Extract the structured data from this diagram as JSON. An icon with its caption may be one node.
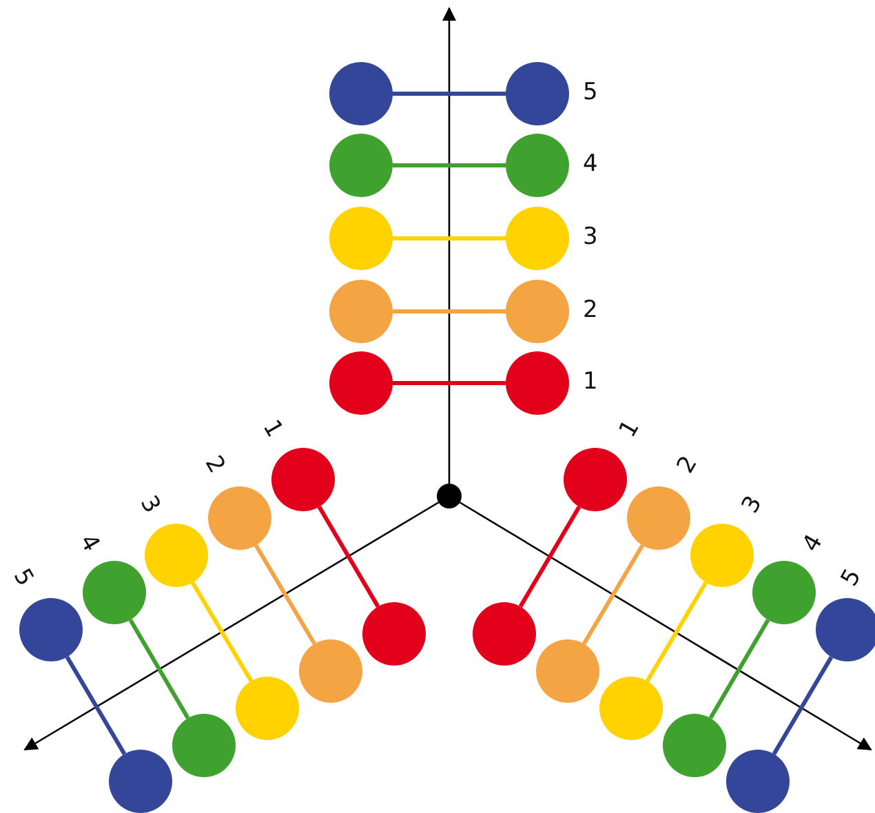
{
  "diagram": {
    "nodes": [
      {
        "text": [],
        "shape": "circle"
      },
      {
        "text": [],
        "shape": "circle"
      },
      {
        "text": [],
        "shape": "circle"
      },
      {
        "text": [],
        "shape": "circle"
      },
      {
        "text": [],
        "shape": "circle"
      },
      {
        "text": [],
        "shape": "circle"
      },
      {
        "text": [],
        "shape": "circle"
      },
      {
        "text": [],
        "shape": "circle"
      },
      {
        "text": [],
        "shape": "circle"
      },
      {
        "text": [],
        "shape": "circle"
      },
      {
        "text": [],
        "shape": "circle"
      },
      {
        "text": [],
        "shape": "circle"
      },
      {
        "text": [],
        "shape": "circle"
      },
      {
        "text": [],
        "shape": "circle"
      },
      {
        "text": [],
        "shape": "circle"
      },
      {
        "text": [],
        "shape": "circle"
      },
      {
        "text": [],
        "shape": "circle"
      },
      {
        "text": [],
        "shape": "circle"
      },
      {
        "text": [],
        "shape": "circle"
      },
      {
        "text": [],
        "shape": "circle"
      },
      {
        "text": [],
        "shape": "circle"
      },
      {
        "text": [],
        "shape": "circle"
      },
      {
        "text": [],
        "shape": "circle"
      },
      {
        "text": [],
        "shape": "circle"
      },
      {
        "text": [],
        "shape": "circle"
      },
      {
        "text": [],
        "shape": "circle"
      },
      {
        "text": [],
        "shape": "circle"
      },
      {
        "text": [],
        "shape": "circle"
      },
      {
        "text": [],
        "shape": "circle"
      },
      {
        "text": [],
        "shape": "circle"
      },
      {
        "text": [],
        "shape": "circle"
      }
    ],
    "edges": [
      {
        "from": 0,
        "to": 1,
        "arrow": "none",
        "color": "#34469a"
      },
      {
        "from": 2,
        "to": 3,
        "arrow": "none",
        "color": "#40a22e"
      },
      {
        "from": 4,
        "to": 5,
        "arrow": "none",
        "color": "#ffd200"
      },
      {
        "from": 6,
        "to": 7,
        "arrow": "none",
        "color": "#f5a444"
      },
      {
        "from": 8,
        "to": 9,
        "arrow": "none",
        "color": "#e2001a"
      },
      {
        "from": 11,
        "to": 12,
        "arrow": "none",
        "color": "#e2001a"
      },
      {
        "from": 13,
        "to": 14,
        "arrow": "none",
        "color": "#f5a444"
      },
      {
        "from": 15,
        "to": 16,
        "arrow": "none",
        "color": "#ffd200"
      },
      {
        "from": 17,
        "to": 18,
        "arrow": "none",
        "color": "#40a22e"
      },
      {
        "from": 19,
        "to": 20,
        "arrow": "none",
        "color": "#34469a"
      },
      {
        "from": 21,
        "to": 22,
        "arrow": "none",
        "color": "#e2001a"
      },
      {
        "from": 23,
        "to": 24,
        "arrow": "none",
        "color": "#f5a444"
      },
      {
        "from": 25,
        "to": 26,
        "arrow": "none",
        "color": "#ffd200"
      },
      {
        "from": 27,
        "to": 28,
        "arrow": "none",
        "color": "#40a22e"
      },
      {
        "from": 29,
        "to": 30,
        "arrow": "none",
        "color": "#34469a"
      }
    ],
    "labels": [
      "5",
      "4",
      "3",
      "2",
      "1",
      "1",
      "2",
      "3",
      "4",
      "5",
      "1",
      "2",
      "3",
      "4",
      "5"
    ]
  }
}
